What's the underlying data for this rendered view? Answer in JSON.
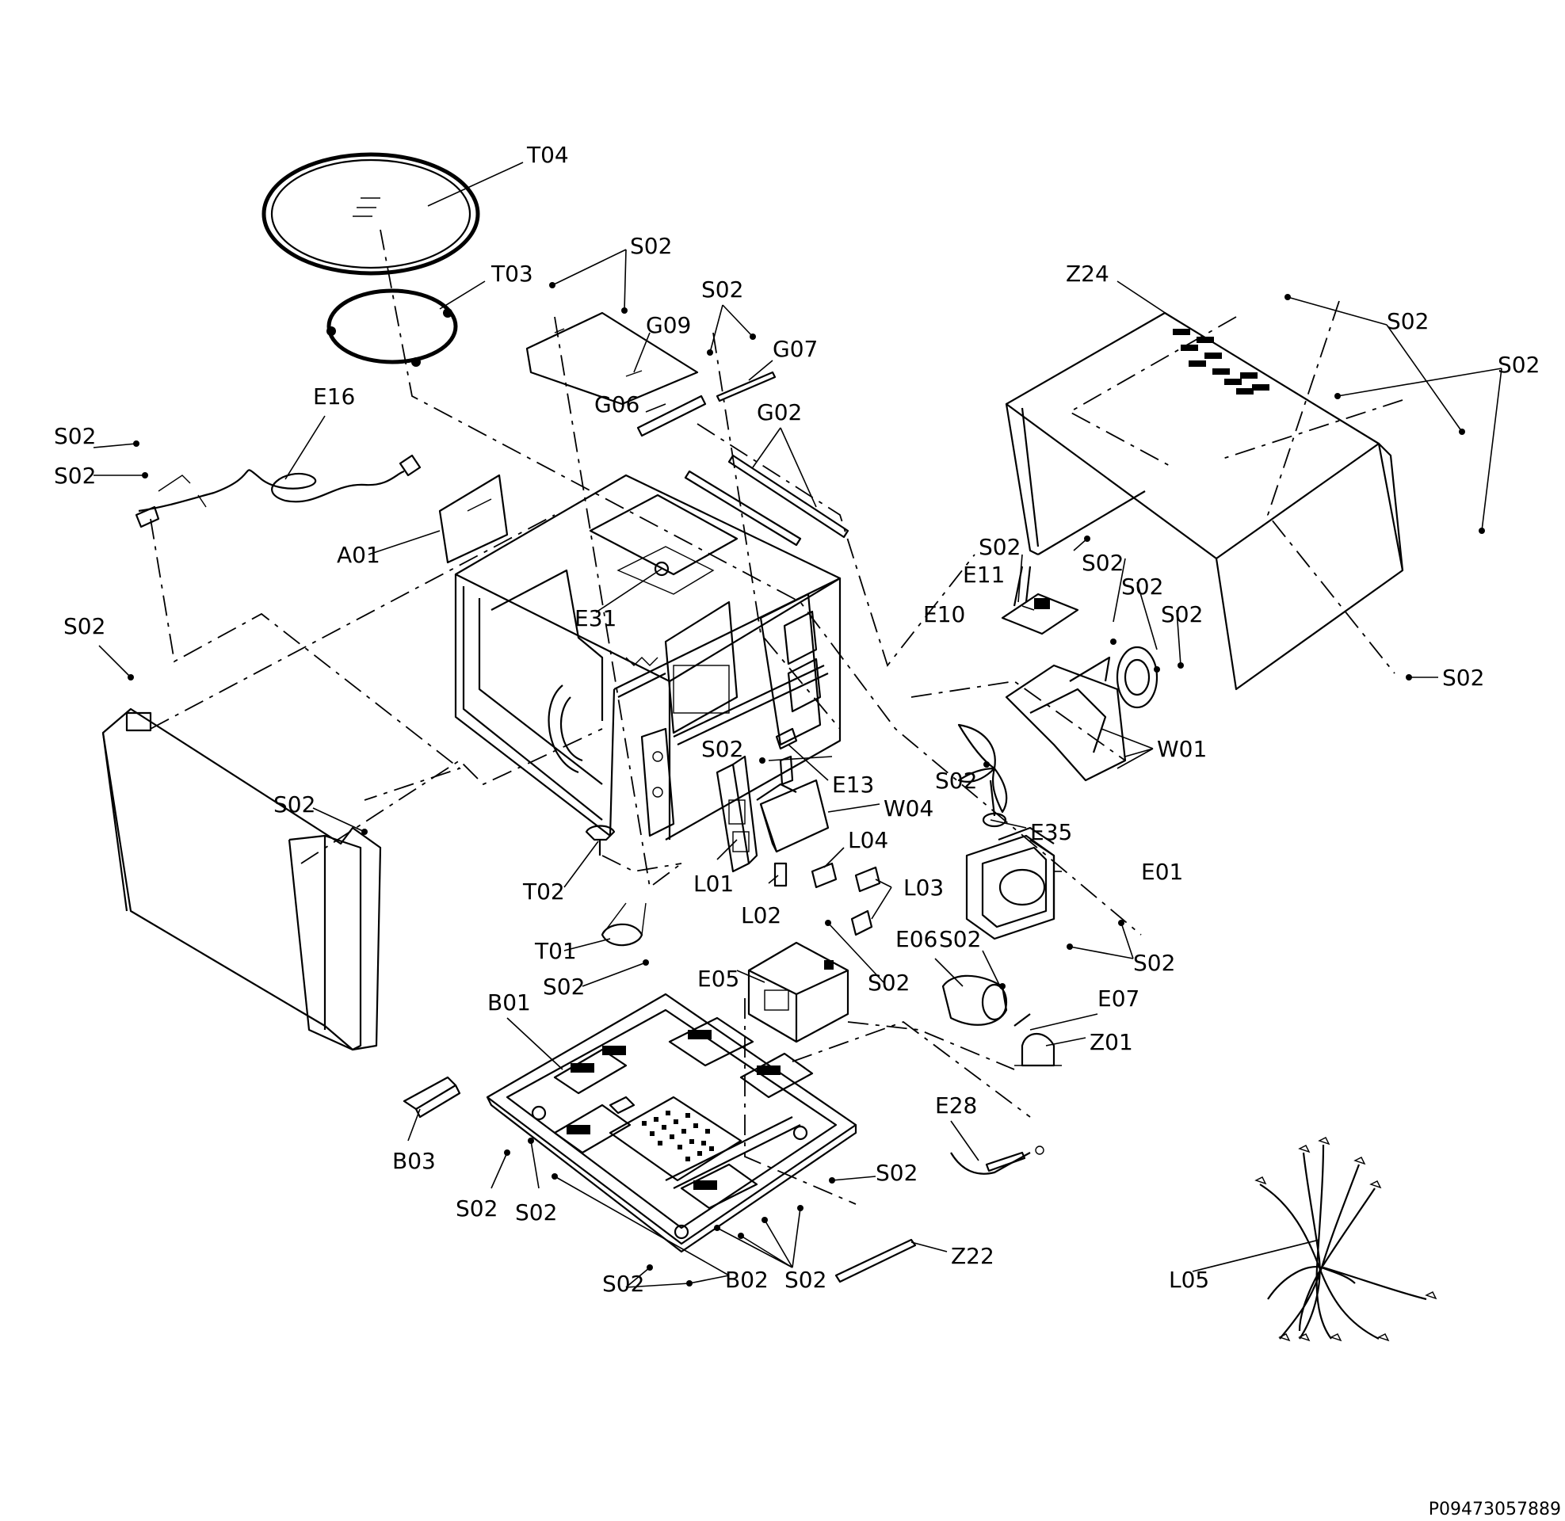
{
  "reference_number": "P09473057889",
  "callouts": {
    "T04": "T04",
    "T03": "T03",
    "E16": "E16",
    "A01": "A01",
    "E31": "E31",
    "G09": "G09",
    "G07": "G07",
    "G06": "G06",
    "G02": "G02",
    "Z24": "Z24",
    "E11": "E11",
    "E10": "E10",
    "W01": "W01",
    "E13": "E13",
    "W04": "W04",
    "E35": "E35",
    "E01": "E01",
    "L04": "L04",
    "L03": "L03",
    "L01": "L01",
    "L02": "L02",
    "T02": "T02",
    "T01": "T01",
    "E05": "E05",
    "E06": "E06",
    "E07": "E07",
    "Z01": "Z01",
    "E28": "E28",
    "B01": "B01",
    "B03": "B03",
    "B02": "B02",
    "Z22": "Z22",
    "L05": "L05",
    "S02": "S02"
  }
}
